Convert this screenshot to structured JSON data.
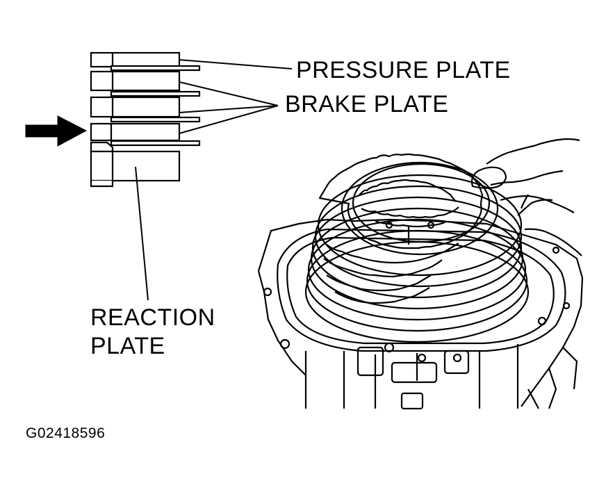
{
  "labels": {
    "pressure_plate": "PRESSURE PLATE",
    "brake_plate": "BRAKE PLATE",
    "reaction_plate_line1": "REACTION",
    "reaction_plate_line2": "PLATE"
  },
  "figure_id": "G02418596",
  "colors": {
    "line": "#000000",
    "background": "#ffffff"
  }
}
